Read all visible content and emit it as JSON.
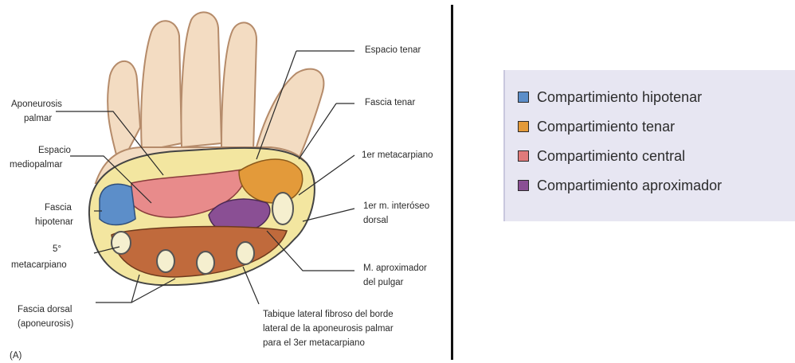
{
  "diagram": {
    "panel_label": "(A)",
    "labels": {
      "espacio_tenar": "Espacio tenar",
      "aponeurosis_palmar_1": "Aponeurosis",
      "aponeurosis_palmar_2": "palmar",
      "fascia_tenar": "Fascia tenar",
      "espacio_mediopalmar_1": "Espacio",
      "espacio_mediopalmar_2": "mediopalmar",
      "metacarpiano_1": "1er metacarpiano",
      "fascia_hipotenar_1": "Fascia",
      "fascia_hipotenar_2": "hipotenar",
      "interoseo_1": "1er m. interóseo",
      "interoseo_2": "dorsal",
      "metacarpiano_5_1": "5°",
      "metacarpiano_5_2": "metacarpiano",
      "aproximador_1": "M. aproximador",
      "aproximador_2": "del pulgar",
      "fascia_dorsal_1": "Fascia dorsal",
      "fascia_dorsal_2": "(aponeurosis)",
      "tabique_1": "Tabique lateral fibroso del borde",
      "tabique_2": "lateral de la aponeurosis palmar",
      "tabique_3": "para el 3er metacarpiano"
    }
  },
  "legend": {
    "items": [
      {
        "label": "Compartimiento hipotenar",
        "color": "#5c8ec9"
      },
      {
        "label": "Compartimiento tenar",
        "color": "#e39a3a"
      },
      {
        "label": "Compartimiento central",
        "color": "#e07a7a"
      },
      {
        "label": "Compartimiento aproximador",
        "color": "#8a4f94"
      }
    ]
  }
}
